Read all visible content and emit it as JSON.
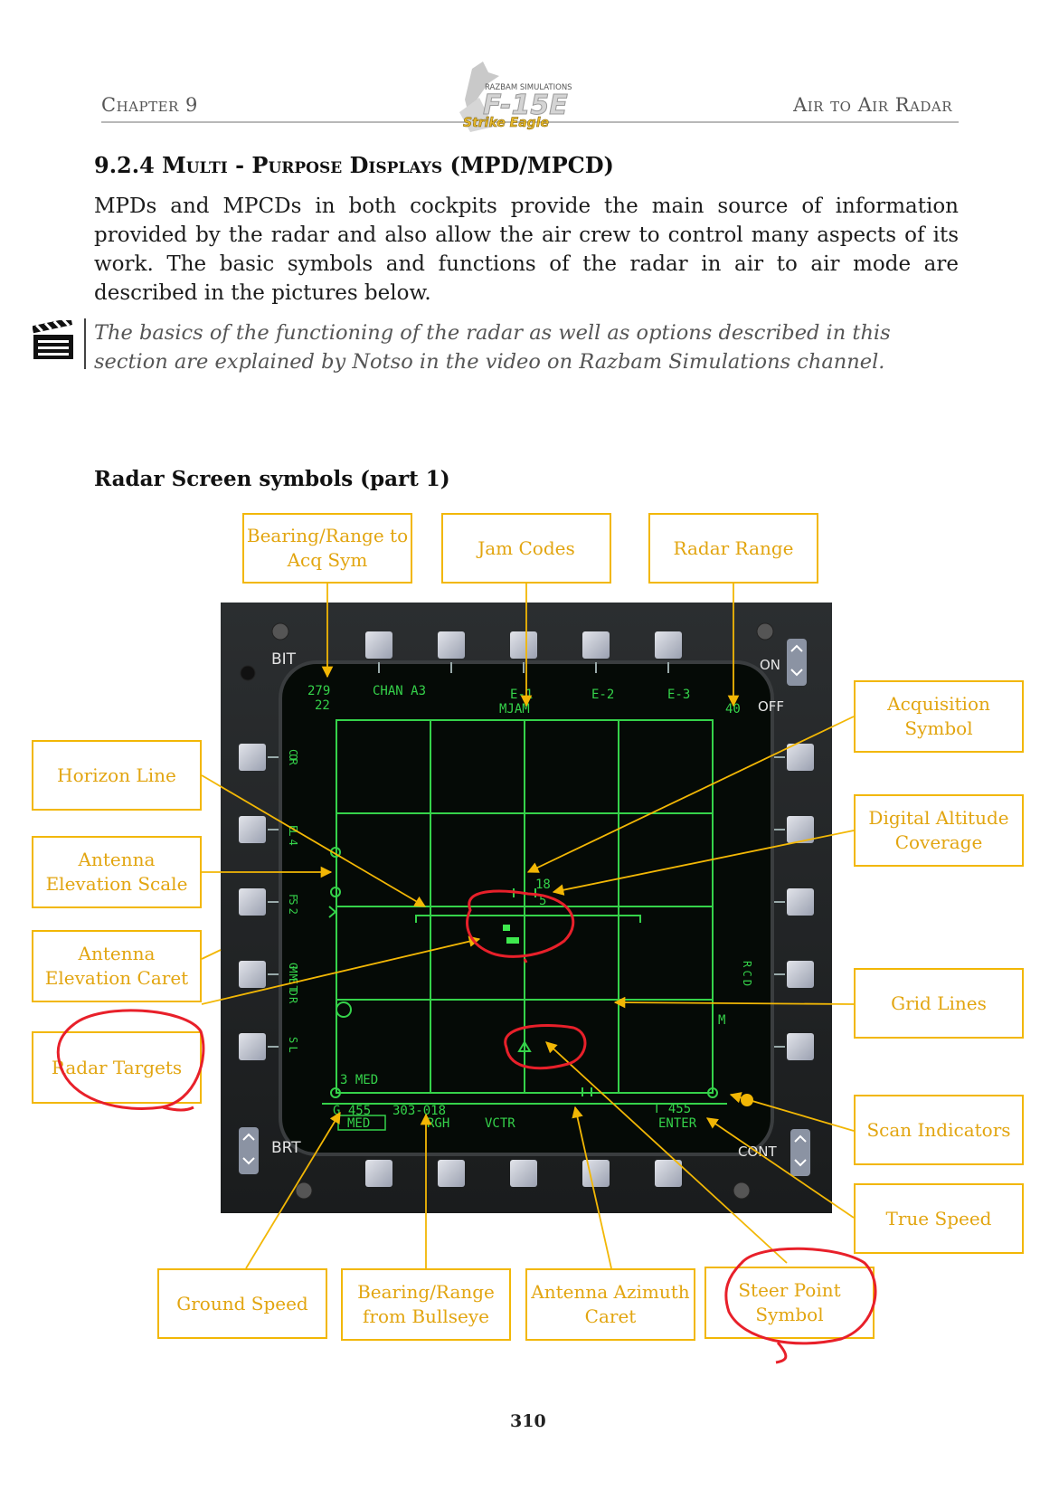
{
  "header": {
    "chapter": "Chapter 9",
    "section": "Air to Air Radar",
    "logo": {
      "top_text": "RAZBAM SIMULATIONS",
      "main_text": "F-15E",
      "sub_text": "Strike Eagle"
    }
  },
  "section_title": "9.2.4 Multi - Purpose Displays (MPD/MPCD)",
  "body_text": "MPDs and MPCDs in both cockpits provide the main source of information provided by the radar and also allow the air crew to control many aspects of its work. The basic symbols and functions of the radar in air to air mode are described in the pictures below.",
  "note": {
    "icon": "clapperboard-icon",
    "text": "The basics of the functioning of the radar as well as options described in this section are explained by Notso in the video on Razbam Simulations channel."
  },
  "figure_title": "Radar Screen symbols (part 1)",
  "labels": {
    "bearing_range_acq": "Bearing/Range to Acq Sym",
    "jam_codes": "Jam Codes",
    "radar_range": "Radar Range",
    "acquisition_symbol": "Acquisition Symbol",
    "horizon_line": "Horizon Line",
    "digital_altitude": "Digital Altitude Coverage",
    "antenna_elev_scale": "Antenna Elevation Scale",
    "antenna_elev_caret": "Antenna Elevation Caret",
    "grid_lines": "Grid Lines",
    "radar_targets": "Radar Targets",
    "scan_indicators": "Scan Indicators",
    "true_speed": "True Speed",
    "ground_speed": "Ground Speed",
    "bearing_range_bull": "Bearing/Range from Bullseye",
    "antenna_az_caret": "Antenna Azimuth Caret",
    "steer_point": "Steer Point Symbol"
  },
  "display": {
    "bit": "BIT",
    "brt": "BRT",
    "on": "ON",
    "off": "OFF",
    "cont": "CONT",
    "acq_bearing": "279",
    "acq_range": "22",
    "chan": "CHAN A3",
    "e1": "E-1",
    "mjam": "MJAM",
    "e2": "E-2",
    "e3": "E-3",
    "range": "40",
    "alt_top": "18",
    "alt_bot": "5",
    "left_btn1": "COR",
    "left_btn2": "EL 4",
    "left_btn3": "FS 2",
    "left_btn4": "GM ME TD R",
    "left_btn5": "S L",
    "right_btn4": "R C D",
    "right_btn5": "M",
    "prf": "3 MED",
    "gs": "G 455",
    "bull": "303-018",
    "med": "MED",
    "rgh": "RGH",
    "vctr": "VCTR",
    "ts": "T 455",
    "enter": "ENTER"
  },
  "page_number": "310",
  "colors": {
    "label_border": "#f2b705",
    "label_text": "#e2a510",
    "radar_green": "#35d24a",
    "annotation_red": "#e8202a"
  }
}
